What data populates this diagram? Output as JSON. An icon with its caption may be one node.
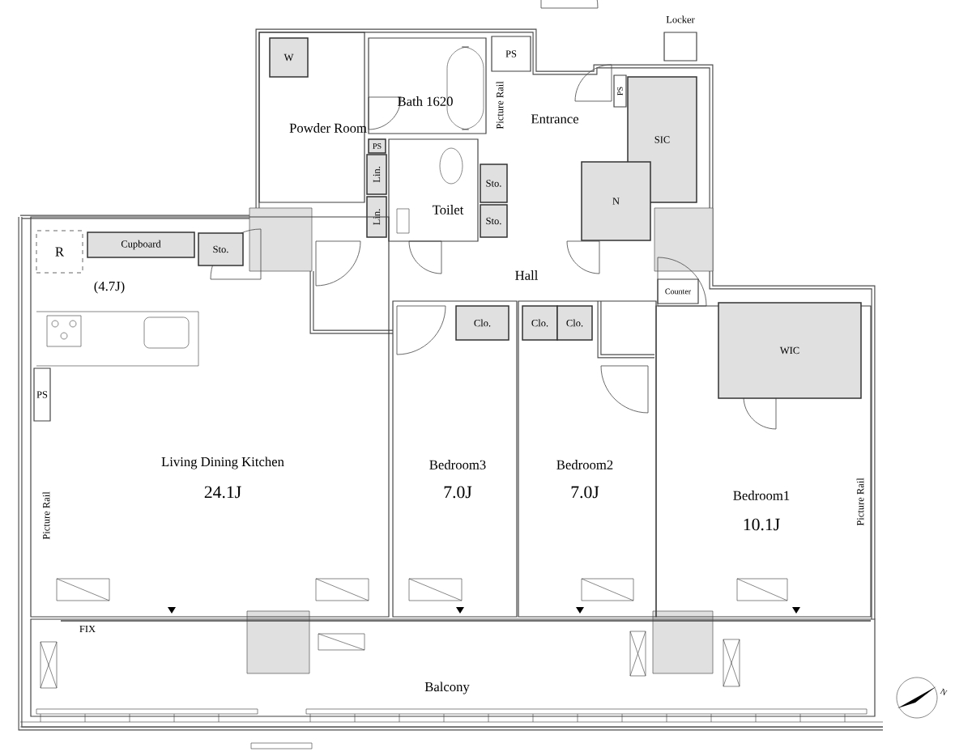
{
  "diagram": {
    "nodes": [
      {
        "text": [
          "Powder Room"
        ]
      },
      {
        "text": [
          "W"
        ],
        "in": 0
      },
      {
        "text": [
          "Bath 1620"
        ]
      },
      {
        "text": [
          "PS"
        ]
      },
      {
        "text": [
          "Locker"
        ]
      },
      {
        "text": [
          "PS"
        ]
      },
      {
        "text": [
          "SIC"
        ]
      },
      {
        "text": [
          "PS"
        ]
      },
      {
        "text": [
          "Lin."
        ]
      },
      {
        "text": [
          "Lin."
        ]
      },
      {
        "text": [
          "Toilet"
        ]
      },
      {
        "text": [
          "Sto."
        ]
      },
      {
        "text": [
          "Sto."
        ]
      },
      {
        "text": [
          "N"
        ]
      },
      {
        "text": [
          "Living Dining Kitchen",
          "24.1J"
        ]
      },
      {
        "text": [
          "R"
        ],
        "in": 14
      },
      {
        "text": [
          "Cupboard"
        ],
        "in": 14
      },
      {
        "text": [
          "Sto."
        ],
        "in": 14
      },
      {
        "text": [
          "PS"
        ],
        "in": 14
      },
      {
        "text": [
          "Counter"
        ]
      },
      {
        "text": [
          "Bedroom3",
          "7.0J"
        ]
      },
      {
        "text": [
          "Clo."
        ],
        "in": 20
      },
      {
        "text": [
          "Bedroom2",
          "7.0J"
        ]
      },
      {
        "text": [
          "Clo."
        ],
        "in": 22
      },
      {
        "text": [
          "Clo."
        ],
        "in": 22
      },
      {
        "text": [
          "Bedroom1",
          "10.1J"
        ]
      },
      {
        "text": [
          "WIC"
        ],
        "in": 25
      },
      {
        "text": [
          "Balcony"
        ]
      }
    ],
    "labels": [
      "Entrance",
      "Picture Rail",
      "(4.7J)",
      "Hall",
      "Picture Rail",
      "Picture Rail",
      "FIX",
      "N"
    ]
  }
}
